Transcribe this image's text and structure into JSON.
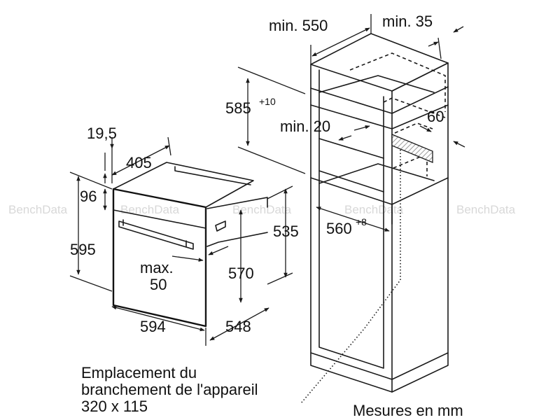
{
  "watermark": "BenchData",
  "colors": {
    "ink": "#1a1a1a",
    "watermark": "#d8d8d8",
    "vent_hatch": "#9a9a9a"
  },
  "oven": {
    "dim_depth_front": "19,5",
    "dim_top_depth": "405",
    "dim_panel_height": "96",
    "dim_total_height": "595",
    "dim_max_label": "max.",
    "dim_max_value": "50",
    "dim_inner_height": "570",
    "dim_side_height": "535",
    "dim_width": "594",
    "dim_depth": "548"
  },
  "cabinet": {
    "dim_min_depth": "min. 550",
    "dim_min_gap": "min. 35",
    "dim_niche_height": "585",
    "dim_niche_height_tol": "+10",
    "dim_min_vent": "min. 20",
    "dim_vent": "60",
    "dim_niche_width": "560",
    "dim_niche_width_tol": "+8"
  },
  "notes": {
    "connection_line1": "Emplacement du",
    "connection_line2": "branchement de l'appareil",
    "connection_line3": "320 x 115",
    "units": "Mesures en mm"
  }
}
